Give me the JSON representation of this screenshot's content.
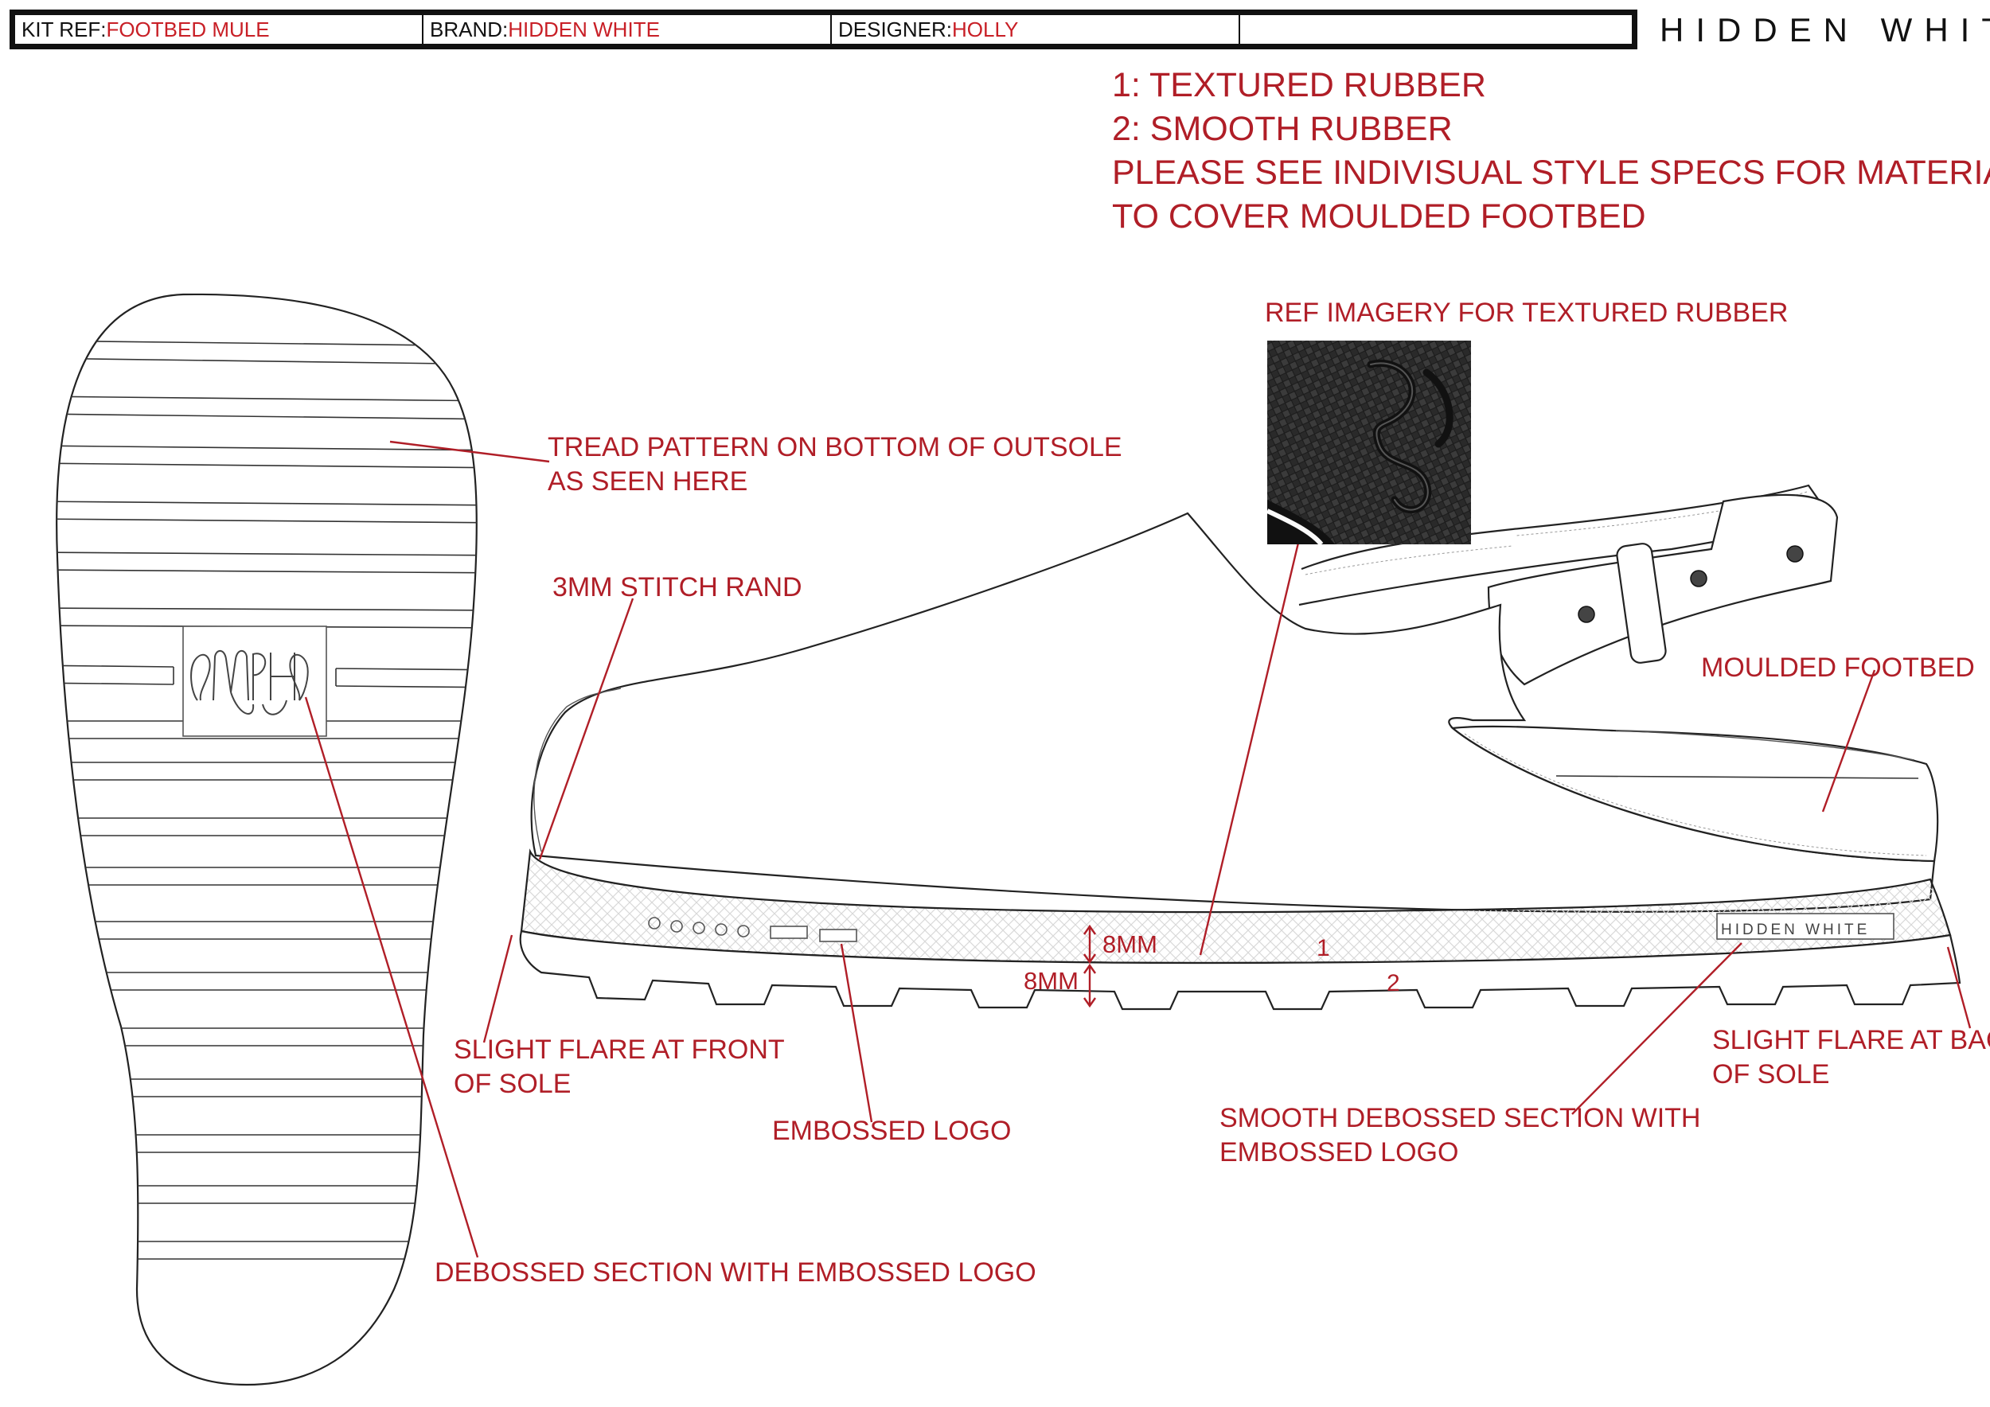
{
  "header": {
    "kit_ref_label": "KIT REF: ",
    "kit_ref_value": "FOOTBED MULE",
    "brand_label": "BRAND: ",
    "brand_value": "HIDDEN WHITE",
    "designer_label": "DESIGNER: ",
    "designer_value": "HOLLY",
    "empty_value": ""
  },
  "brand_logo": "HIDDEN WHITE",
  "notes": [
    "1: TEXTURED RUBBER",
    "2: SMOOTH RUBBER",
    "PLEASE SEE INDIVISUAL STYLE SPECS FOR MATERIALS",
    "TO COVER MOULDED FOOTBED"
  ],
  "callouts": {
    "ref_imagery": "REF IMAGERY FOR TEXTURED RUBBER",
    "tread_pattern": [
      "TREAD PATTERN ON BOTTOM OF OUTSOLE",
      "AS SEEN HERE"
    ],
    "stitch_rand": "3MM STITCH RAND",
    "moulded_footbed": "MOULDED FOOTBED",
    "slight_flare_front": [
      "SLIGHT FLARE AT FRONT",
      "OF SOLE"
    ],
    "slight_flare_back": [
      "SLIGHT FLARE AT BACK",
      "OF SOLE"
    ],
    "embossed_logo": "EMBOSSED LOGO",
    "smooth_debossed": [
      "SMOOTH DEBOSSED SECTION WITH",
      "EMBOSSED LOGO"
    ],
    "debossed_section": "DEBOSSED SECTION WITH EMBOSSED LOGO"
  },
  "dimensions": {
    "upper_layer": "8MM",
    "lower_layer": "8MM"
  },
  "layer_numbers": {
    "textured": "1",
    "smooth": "2"
  },
  "sole_logo_text": "HIDDEN WHITE",
  "colors": {
    "annotation_red": "#b01e27",
    "header_value_red": "#c81f26",
    "line_black": "#111111",
    "rubber_photo": "#2a2a2a"
  }
}
